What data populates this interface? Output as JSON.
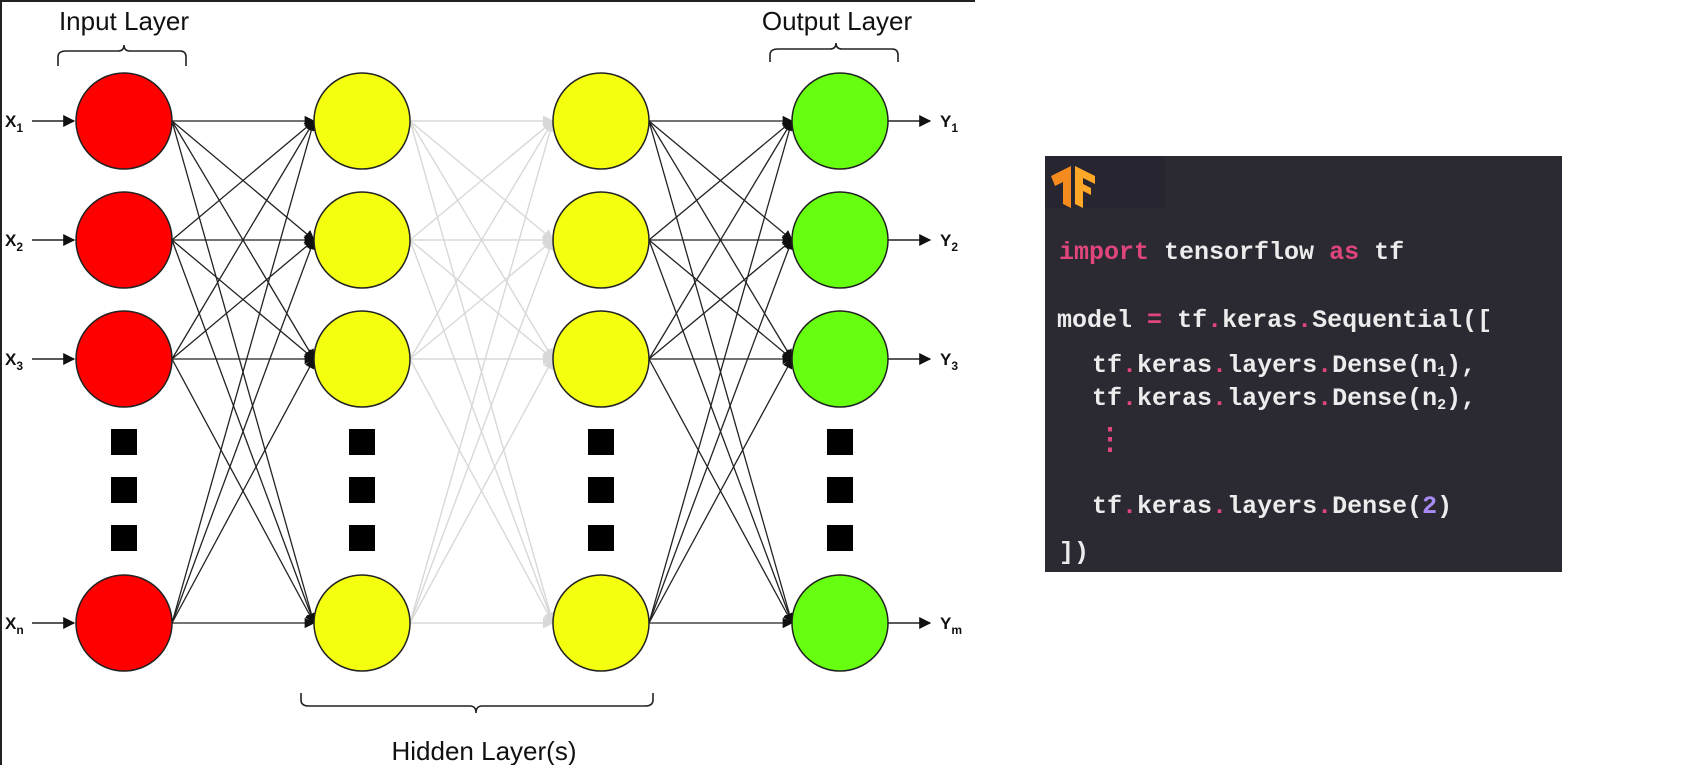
{
  "diagram": {
    "input_layer_label": "Input Layer",
    "output_layer_label": "Output Layer",
    "hidden_layer_label": "Hidden Layer(s)",
    "inputs": [
      {
        "base": "X",
        "sub": "1"
      },
      {
        "base": "X",
        "sub": "2"
      },
      {
        "base": "X",
        "sub": "3"
      },
      {
        "base": "X",
        "sub": "n"
      }
    ],
    "outputs": [
      {
        "base": "Y",
        "sub": "1"
      },
      {
        "base": "Y",
        "sub": "2"
      },
      {
        "base": "Y",
        "sub": "3"
      },
      {
        "base": "Y",
        "sub": "m"
      }
    ],
    "layer_colors": {
      "input": "#ff0000",
      "hidden": "#f3ff0f",
      "output": "#66ff10"
    }
  },
  "code": {
    "logo_icon": "tensorflow-logo-icon",
    "line1": {
      "kw_import": "import",
      "module": "tensorflow",
      "kw_as": "as",
      "alias": "tf"
    },
    "line2": {
      "var": "model",
      "eq": "=",
      "tf": "tf",
      "keras": "keras",
      "seq": "Sequential(["
    },
    "line3": {
      "tf": "tf",
      "keras": "keras",
      "layers": "layers",
      "dense": "Dense(",
      "arg": "n",
      "sub": "1",
      "close": "),"
    },
    "line4": {
      "tf": "tf",
      "keras": "keras",
      "layers": "layers",
      "dense": "Dense(",
      "arg": "n",
      "sub": "2",
      "close": "),"
    },
    "line5": {
      "vdots": "⋮"
    },
    "line6": {
      "tf": "tf",
      "keras": "keras",
      "layers": "layers",
      "dense": "Dense(",
      "num": "2",
      "close": ")"
    },
    "line7": {
      "close": "])"
    },
    "colors": {
      "background": "#2b2a33",
      "keyword": "#e0457b",
      "number": "#a98bf5",
      "text": "#ececec"
    }
  }
}
